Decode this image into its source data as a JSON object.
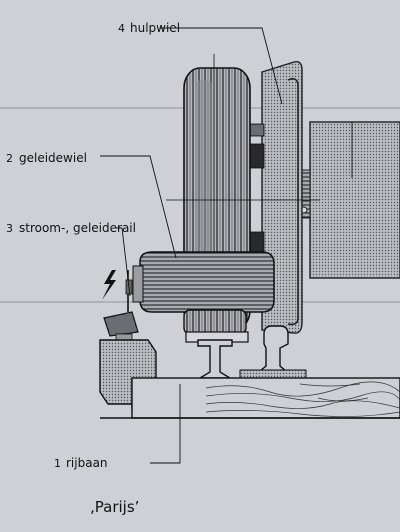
{
  "labels": {
    "hulpwiel": {
      "num": "4",
      "text": "hulpwiel"
    },
    "geleidewiel": {
      "num": "2",
      "text": "geleidewiel"
    },
    "stroom": {
      "num": "3",
      "text": "stroom-, geleiderail"
    },
    "rijbaan": {
      "num": "1",
      "text": "rijbaan"
    }
  },
  "caption": "‚Parijs’",
  "colors": {
    "background": "#cfd0d6",
    "ink": "#111111"
  }
}
